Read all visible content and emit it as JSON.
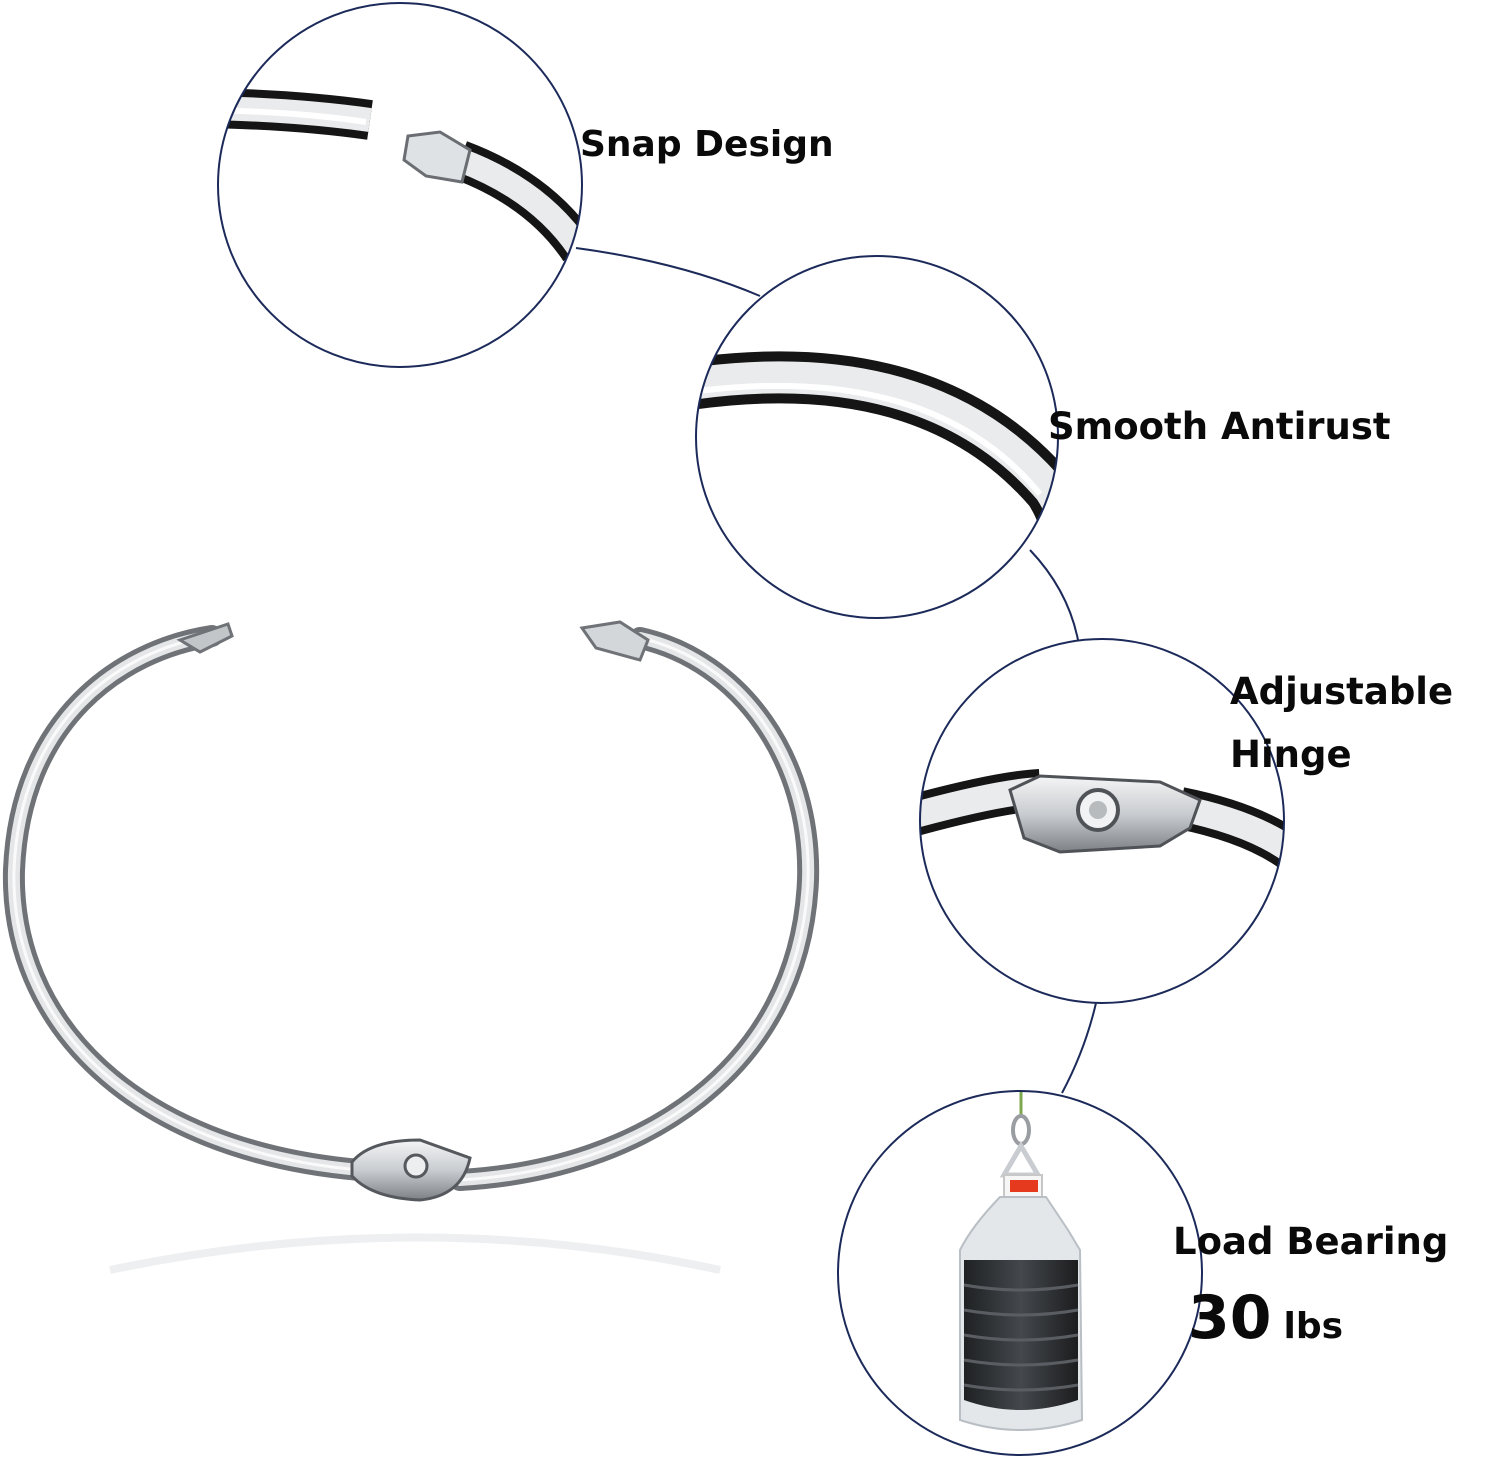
{
  "features": {
    "snap": "Snap Design",
    "smooth": "Smooth Antirust",
    "adjustable_line1": "Adjustable",
    "adjustable_line2": "Hinge",
    "load": "Load Bearing",
    "load_value": "30",
    "load_unit": "lbs"
  },
  "colors": {
    "callout_border": "#1c2a5a",
    "metal_light": "#e6e8ea",
    "metal_dark": "#1a1a1a",
    "bottle_cap": "#e63a1e",
    "bottle_liquid": "#2e3033"
  },
  "icons": {
    "main_product": "binder-ring-icon",
    "snap_detail": "snap-closure-icon",
    "smooth_detail": "ring-arc-icon",
    "hinge_detail": "hinge-rivet-icon",
    "load_detail": "hanging-bottle-icon"
  }
}
